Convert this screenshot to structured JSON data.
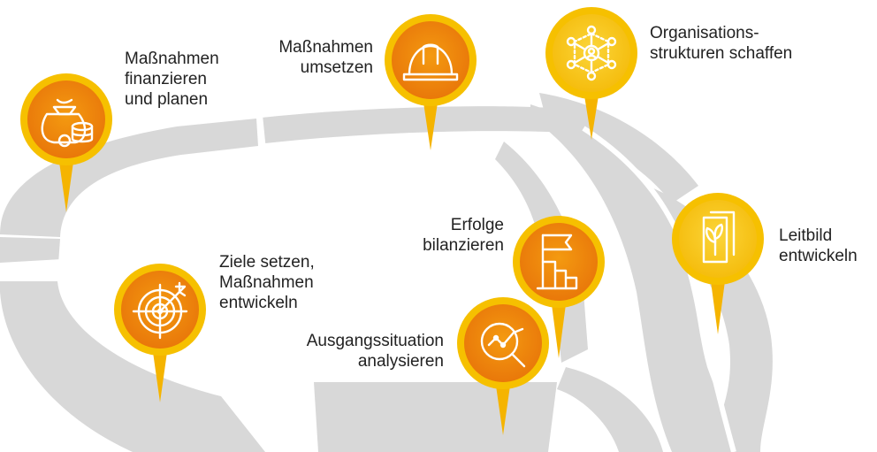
{
  "colors": {
    "road": "#d8d8d8",
    "pin_ring": "#f6c000",
    "pin_ring_light": "#fce040",
    "pin_orange": "#ef8a0b",
    "pin_yellow": "#f7c81a",
    "pin_tail": "#f5b400",
    "icon_stroke": "#ffffff",
    "text": "#222222"
  },
  "steps": [
    {
      "id": "finanzieren",
      "lines": [
        "Maßnahmen",
        "finanzieren",
        "und planen"
      ],
      "icon": "money-bag-coins-icon",
      "fill": "orange"
    },
    {
      "id": "umsetzen",
      "lines": [
        "Maßnahmen",
        "umsetzen"
      ],
      "icon": "hard-hat-icon",
      "fill": "orange"
    },
    {
      "id": "organisation",
      "lines": [
        "Organisations-",
        "strukturen schaffen"
      ],
      "icon": "network-people-icon",
      "fill": "yellow"
    },
    {
      "id": "leitbild",
      "lines": [
        "Leitbild",
        "entwickeln"
      ],
      "icon": "document-leaf-icon",
      "fill": "yellow"
    },
    {
      "id": "erfolge",
      "lines": [
        "Erfolge",
        "bilanzieren"
      ],
      "icon": "flag-podium-icon",
      "fill": "orange"
    },
    {
      "id": "ausgang",
      "lines": [
        "Ausgangssituation",
        "analysieren"
      ],
      "icon": "magnifier-chart-icon",
      "fill": "orange"
    },
    {
      "id": "ziele",
      "lines": [
        "Ziele setzen,",
        "Maßnahmen",
        "entwickeln"
      ],
      "icon": "target-arrow-icon",
      "fill": "orange"
    }
  ]
}
